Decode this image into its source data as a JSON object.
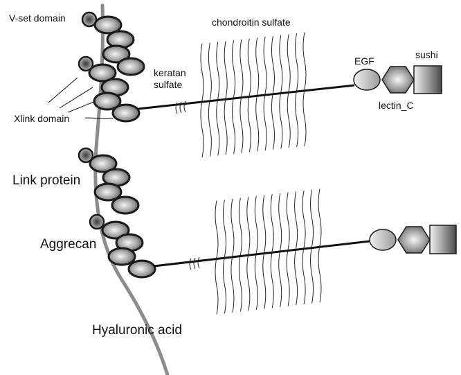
{
  "labels": {
    "vset": "V-set domain",
    "chondroitin": "chondroitin sulfate",
    "keratan_line1": "keratan",
    "keratan_line2": "sulfate",
    "egf": "EGF",
    "sushi": "sushi",
    "lectin": "lectin_C",
    "xlink": "Xlink domain",
    "link_protein": "Link protein",
    "aggrecan": "Aggrecan",
    "hyaluronic": "Hyaluronic acid"
  },
  "colors": {
    "hyaluronic_strand": "#8c8c8c",
    "domain_outline": "#1a1a1a",
    "domain_light": "#f2f2f2",
    "domain_dark": "#555555",
    "gag_chain": "#222222"
  }
}
